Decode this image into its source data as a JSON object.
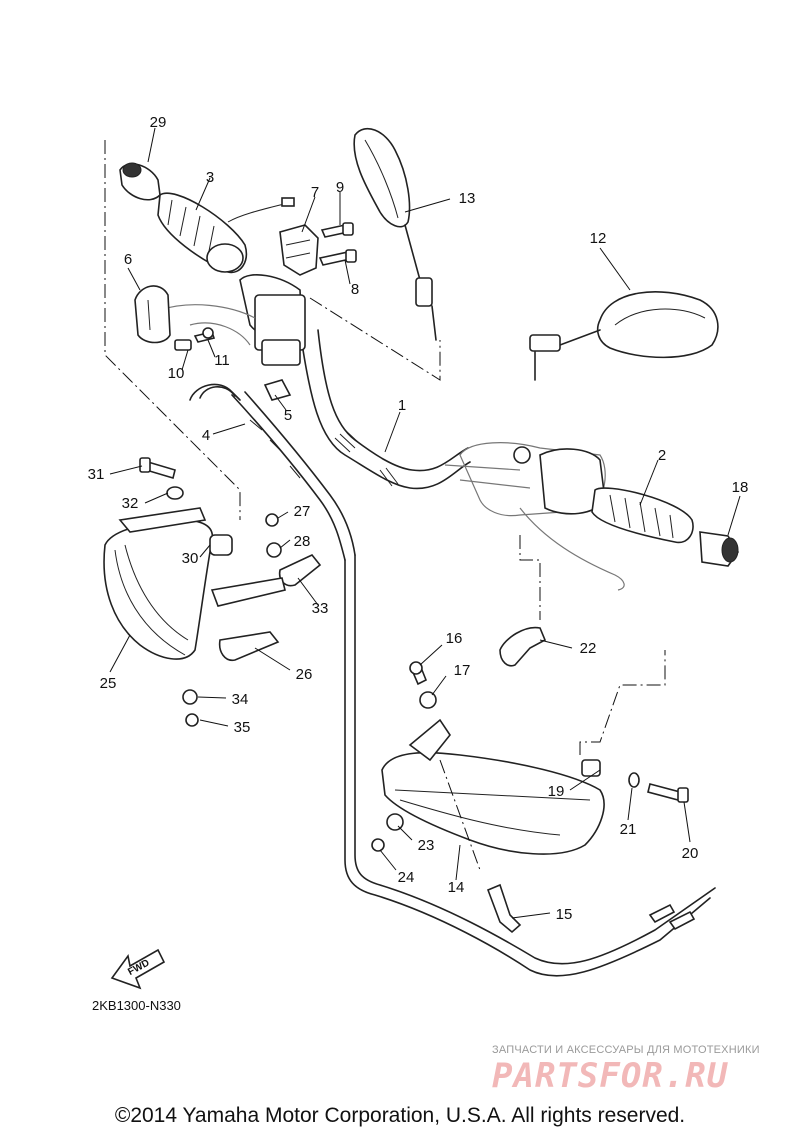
{
  "diagram": {
    "code": "2KB1300-N330",
    "fwd_label": "FWD",
    "copyright": "©2014 Yamaha Motor Corporation, U.S.A. All rights reserved.",
    "watermark": {
      "tagline": "ЗАПЧАСТИ И АКСЕССУАРЫ ДЛЯ МОТОТЕХНИКИ",
      "logo": "PARTSFOR.RU"
    },
    "part_numbers": [
      "1",
      "2",
      "3",
      "4",
      "5",
      "6",
      "7",
      "8",
      "9",
      "10",
      "11",
      "12",
      "13",
      "14",
      "15",
      "16",
      "17",
      "18",
      "19",
      "20",
      "21",
      "22",
      "23",
      "24",
      "25",
      "26",
      "27",
      "28",
      "29",
      "30",
      "31",
      "32",
      "33",
      "34",
      "35"
    ]
  }
}
